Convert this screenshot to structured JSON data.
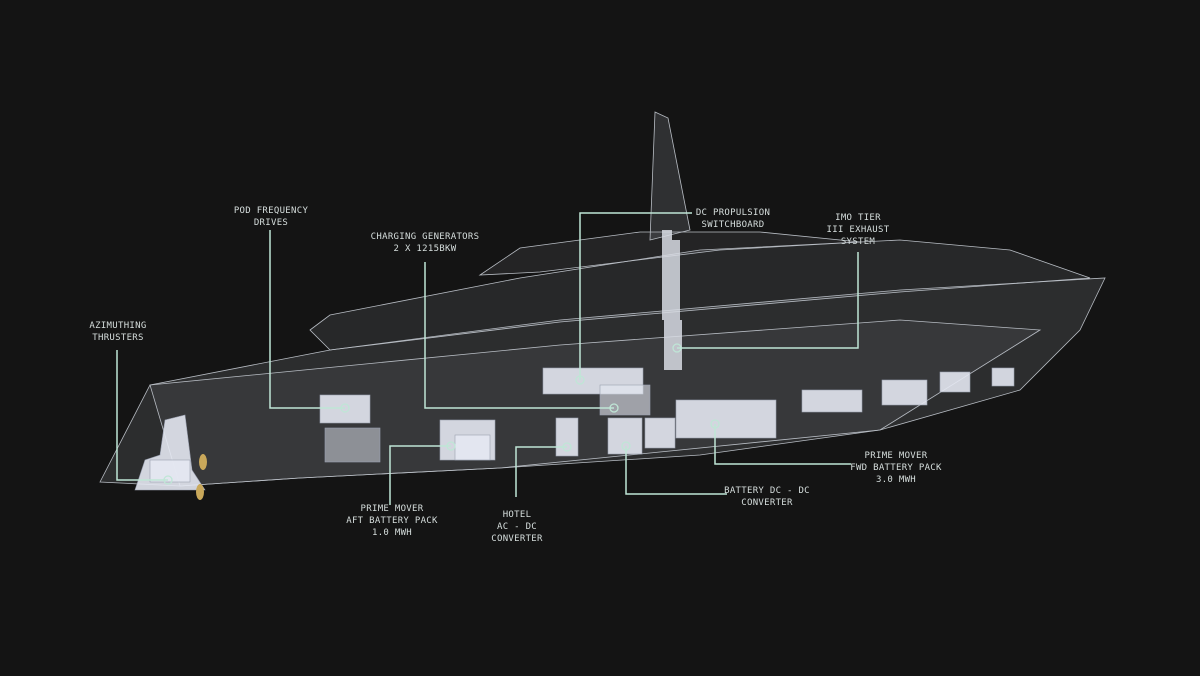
{
  "colors": {
    "background": "#141414",
    "callout": "#bfe6d6",
    "equipment": "#e4e8f2",
    "hull": "#8a8f96"
  },
  "labels": {
    "azimuthing": [
      "AZIMUTHING",
      "THRUSTERS"
    ],
    "pod": [
      "POD FREQUENCY",
      "DRIVES"
    ],
    "charging": [
      "CHARGING GENERATORS",
      "2 X 1215BKW"
    ],
    "dc_prop": [
      "DC PROPULSION",
      "SWITCHBOARD"
    ],
    "imo": [
      "IMO TIER",
      "III EXHAUST",
      "SYSTEM"
    ],
    "aft_battery": [
      "PRIME MOVER",
      "AFT BATTERY PACK",
      "1.0 MWH"
    ],
    "hotel": [
      "HOTEL",
      "AC - DC",
      "CONVERTER"
    ],
    "battery_dcdc": [
      "BATTERY DC - DC",
      "CONVERTER"
    ],
    "fwd_battery": [
      "PRIME MOVER",
      "FWD BATTERY PACK",
      "3.0 MWH"
    ]
  }
}
